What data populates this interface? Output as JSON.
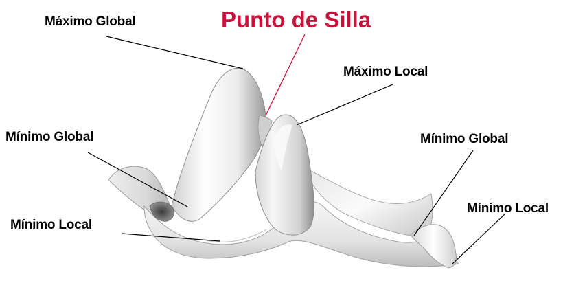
{
  "title": {
    "text": "Punto de Silla",
    "color": "#c8123c"
  },
  "labels": {
    "max_global": "Máximo Global",
    "max_local": "Máximo Local",
    "min_global_left": "Mínimo Global",
    "min_local_left": "Mínimo Local",
    "min_global_right": "Mínimo Global",
    "min_local_right": "Mínimo Local"
  }
}
